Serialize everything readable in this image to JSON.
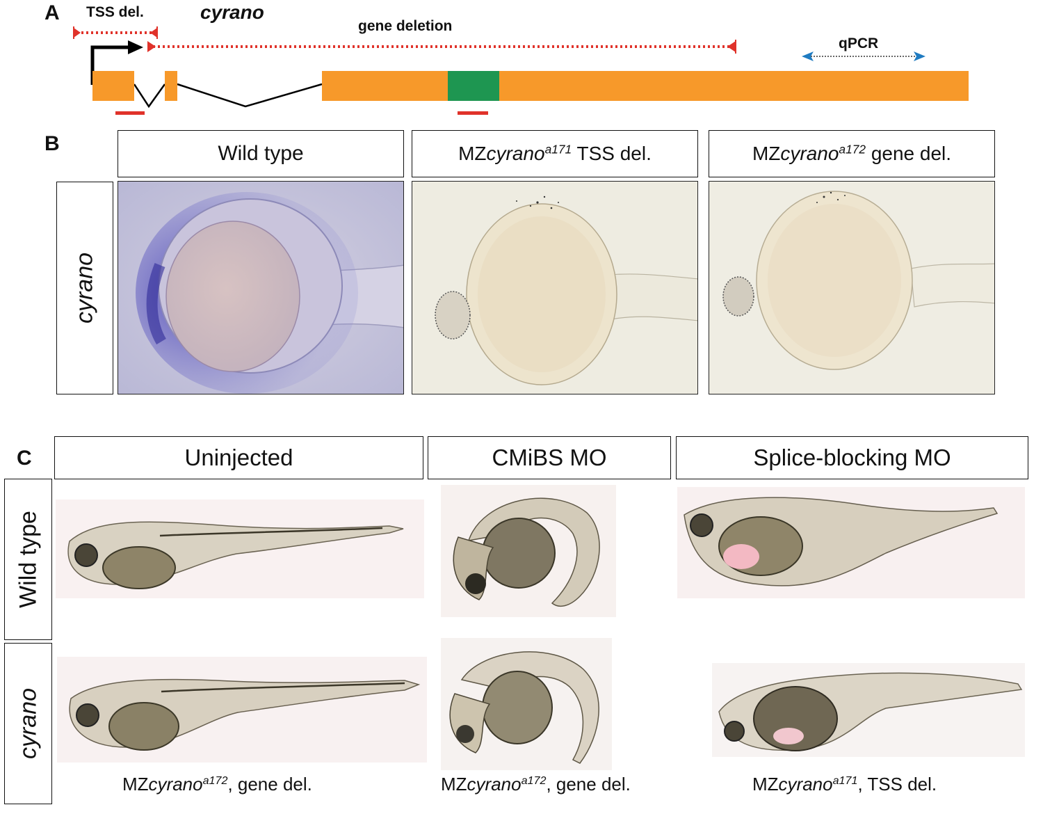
{
  "panelA": {
    "letter": "A",
    "gene_name": "cyrano",
    "tss_label": "TSS del.",
    "gene_deletion_label": "gene deletion",
    "qpcr_label": "qPCR",
    "colors": {
      "exon": "#F7992A",
      "conserved_site": "#1E9651",
      "deletion": "#E0322A",
      "qpcr": "#1F7BC1"
    }
  },
  "panelB": {
    "letter": "B",
    "columns": [
      {
        "label": "Wild type"
      },
      {
        "prefix": "MZ",
        "gene": "cyrano",
        "allele": "a171",
        "suffix": " TSS del."
      },
      {
        "prefix": "MZ",
        "gene": "cyrano",
        "allele": "a172",
        "suffix": " gene del."
      }
    ],
    "row_label": "cyrano"
  },
  "panelC": {
    "letter": "C",
    "columns": [
      "Uninjected",
      "CMiBS MO",
      "Splice-blocking MO"
    ],
    "rows": [
      "Wild type",
      "cyrano"
    ],
    "captions": [
      {
        "prefix": "MZ",
        "gene": "cyrano",
        "allele": "a172",
        "suffix": ", gene del."
      },
      {
        "prefix": "MZ",
        "gene": "cyrano",
        "allele": "a172",
        "suffix": ", gene del."
      },
      {
        "prefix": "MZ",
        "gene": "cyrano",
        "allele": "a171",
        "suffix": ", TSS del."
      }
    ]
  }
}
